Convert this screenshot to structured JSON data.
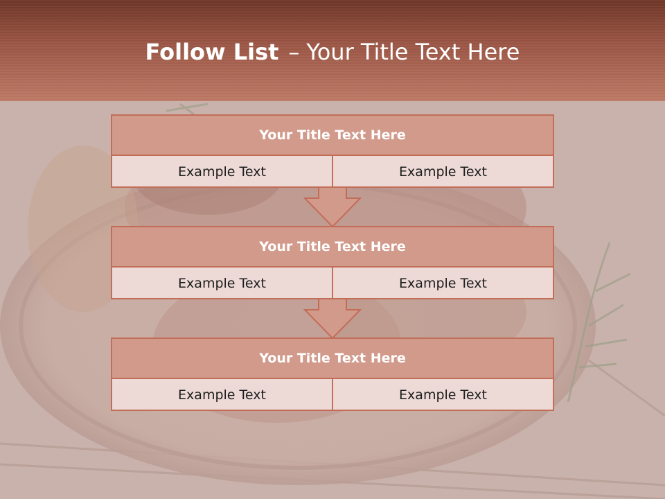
{
  "slide": {
    "title_bold": "Follow List",
    "title_separator": "–",
    "title_rest": "Your Title Text Here"
  },
  "steps": [
    {
      "title": "Your Title Text Here",
      "left": "Example Text",
      "right": "Example Text"
    },
    {
      "title": "Your Title Text Here",
      "left": "Example Text",
      "right": "Example Text"
    },
    {
      "title": "Your Title Text Here",
      "left": "Example Text",
      "right": "Example Text"
    }
  ],
  "colors": {
    "accent": "#c26d58",
    "header_fill": "#d29a8b",
    "cell_fill": "#eddad7"
  },
  "icons": [
    "down-arrow-icon",
    "down-arrow-icon"
  ]
}
